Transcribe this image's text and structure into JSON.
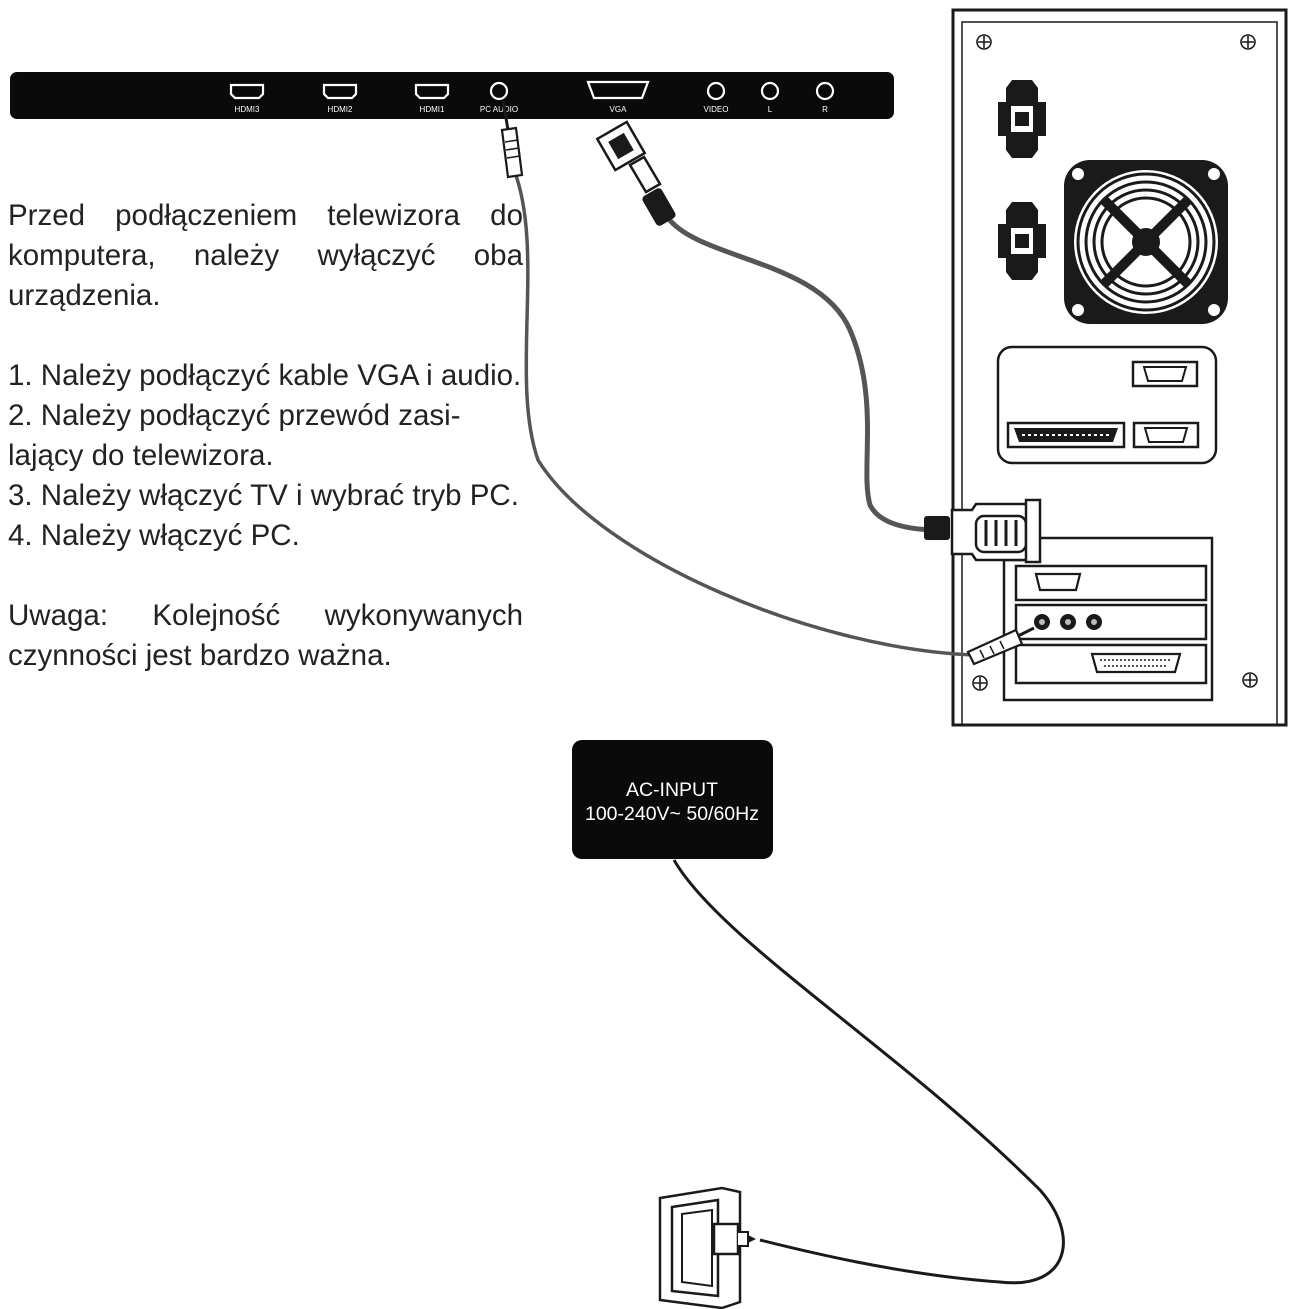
{
  "tv_panel": {
    "ports": [
      {
        "label": "HDMI3",
        "icon": "hdmi-port-icon"
      },
      {
        "label": "HDMI2",
        "icon": "hdmi-port-icon"
      },
      {
        "label": "HDMI1",
        "icon": "hdmi-port-icon"
      },
      {
        "label": "PC AUDIO",
        "icon": "audio-jack-icon"
      },
      {
        "label": "VGA",
        "icon": "vga-port-icon"
      },
      {
        "label": "VIDEO",
        "icon": "rca-jack-icon"
      },
      {
        "label": "L",
        "icon": "rca-jack-icon"
      },
      {
        "label": "R",
        "icon": "rca-jack-icon"
      }
    ]
  },
  "instructions": {
    "intro": "Przed podłączeniem telewizora do komputera, należy wyłączyć oba urządzenia.",
    "steps": [
      "1. Należy podłączyć kable VGA i audio.",
      "2. Należy podłączyć przewód zasi-lający do telewizora.",
      "3. Należy włączyć TV i wybrać tryb PC.",
      "4. Należy włączyć PC."
    ],
    "note": "Uwaga: Kolejność wykonywanych czynności jest bardzo ważna."
  },
  "ac_input": {
    "line1": "AC-INPUT",
    "line2": "100-240V~ 50/60Hz"
  },
  "colors": {
    "panel": "#0a0a0a",
    "cable": "#555555",
    "outline": "#1a1a1a"
  }
}
